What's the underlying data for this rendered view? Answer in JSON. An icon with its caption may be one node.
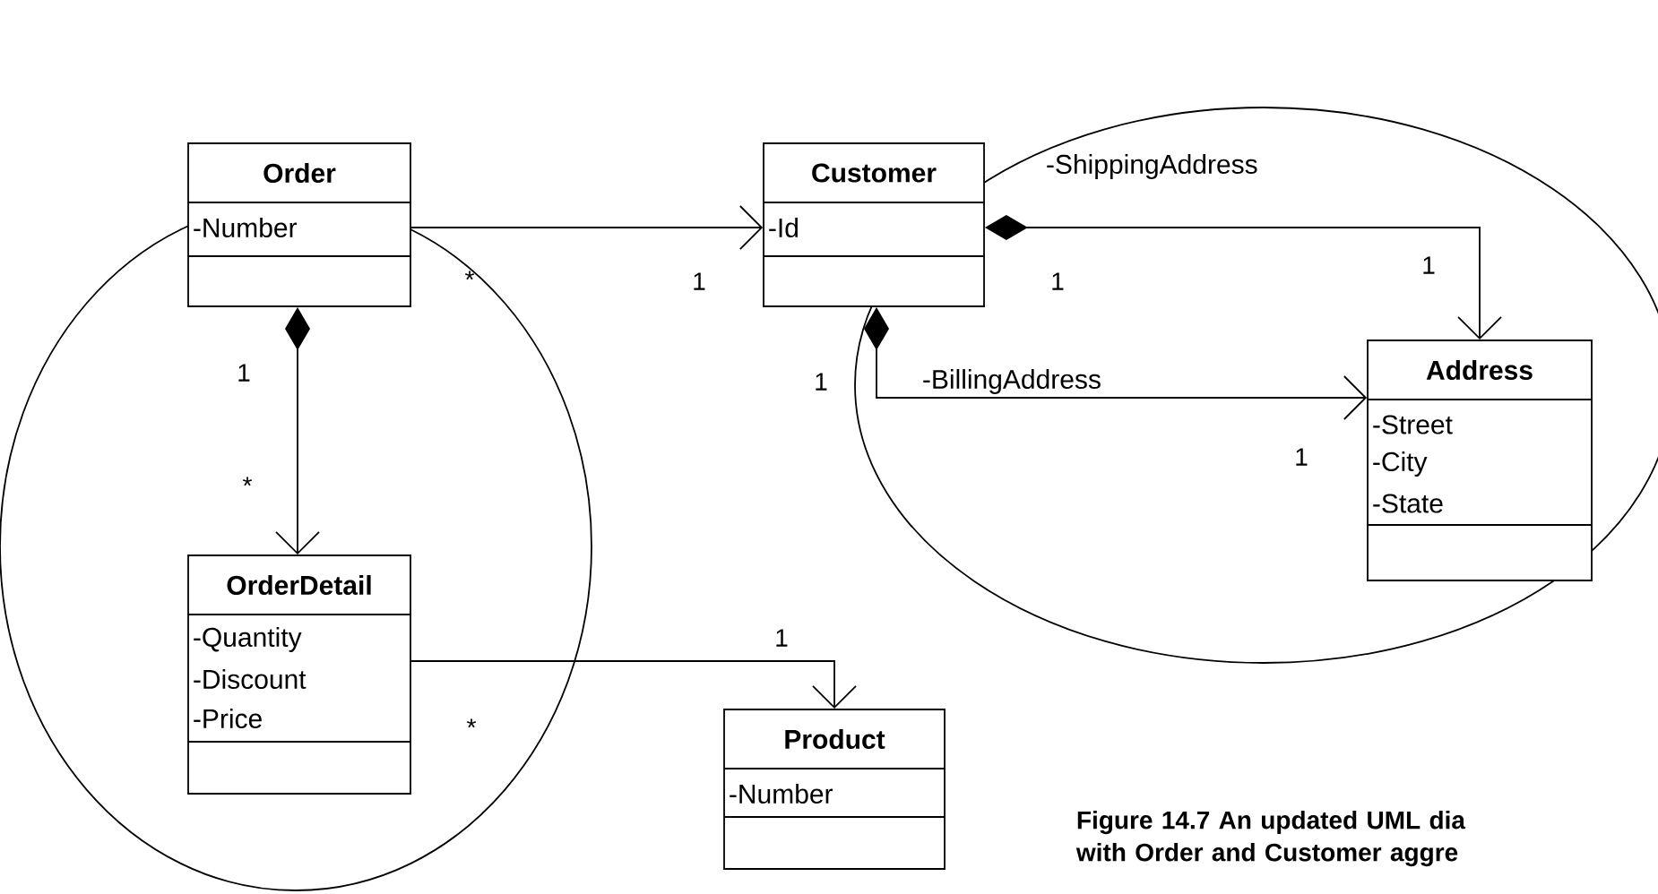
{
  "diagram": {
    "caption": "Figure 14.7 An updated UML dia with Order and Customer aggre",
    "nodes": [
      {
        "text": [
          "Order",
          "-Number"
        ]
      },
      {
        "text": [
          "Customer",
          "-Id"
        ]
      },
      {
        "text": [
          "Address",
          "-Street",
          "-City",
          "-State"
        ]
      },
      {
        "text": [
          "OrderDetail",
          "-Quantity",
          "-Discount",
          "-Price"
        ]
      },
      {
        "text": [
          "Product",
          "-Number"
        ]
      }
    ],
    "edges": [
      {
        "from": 0,
        "to": 1,
        "arrow": "to"
      },
      {
        "from": 0,
        "to": 3,
        "arrow": "to"
      },
      {
        "from": 1,
        "to": 2,
        "arrow": "to",
        "label": "-ShippingAddress"
      },
      {
        "from": 1,
        "to": 2,
        "arrow": "to",
        "label": "-BillingAddress"
      },
      {
        "from": 3,
        "to": 4,
        "arrow": "to"
      }
    ],
    "labels": [
      "1",
      "*",
      "1",
      "1",
      "1",
      "1",
      "1",
      "*",
      "1",
      "*"
    ]
  }
}
